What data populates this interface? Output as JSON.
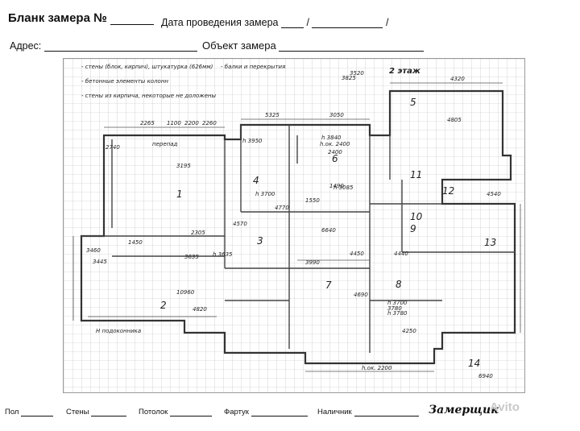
{
  "header": {
    "title": "Бланк замера №",
    "date_label": "Дата проведения замера",
    "date_sep1": "/",
    "date_sep2": "/",
    "address_label": "Адрес:",
    "object_label": "Объект замера"
  },
  "plan": {
    "floor_label": "2 этаж",
    "legend": [
      "- стены (блок, кирпич), штукатурка (626мм)",
      "- бетонные элементы колонн",
      "- стены из кирпича, некоторые не доложены",
      "- балки и перекрытия"
    ],
    "rooms": [
      "1",
      "2",
      "3",
      "4",
      "5",
      "6",
      "7",
      "8",
      "9",
      "10",
      "11",
      "12",
      "13",
      "14"
    ],
    "dimensions": [
      "2265",
      "1100",
      "2200",
      "2260",
      "5325",
      "3050",
      "3825",
      "4805",
      "4320",
      "1450",
      "3195",
      "4540",
      "4450",
      "4440",
      "3990",
      "1550",
      "4250",
      "6640",
      "6940",
      "10960",
      "3635",
      "3445",
      "4690",
      "4820",
      "4570",
      "4770",
      "2305",
      "2400",
      "2740",
      "3460",
      "3520",
      "1490",
      "3780"
    ],
    "notes": [
      "h 3950",
      "h 3700",
      "h 3085",
      "h 3635",
      "h 3840",
      "h 3780",
      "h 3700",
      "h.ок. 2400",
      "h.ок. 2200",
      "Н подоконника",
      "перепад"
    ]
  },
  "footer": {
    "floor": "Пол",
    "walls": "Стены",
    "ceiling": "Потолок",
    "apron": "Фартук",
    "extras": "Наличник",
    "surveyor": "Замерщик",
    "watermark": "Avito"
  }
}
